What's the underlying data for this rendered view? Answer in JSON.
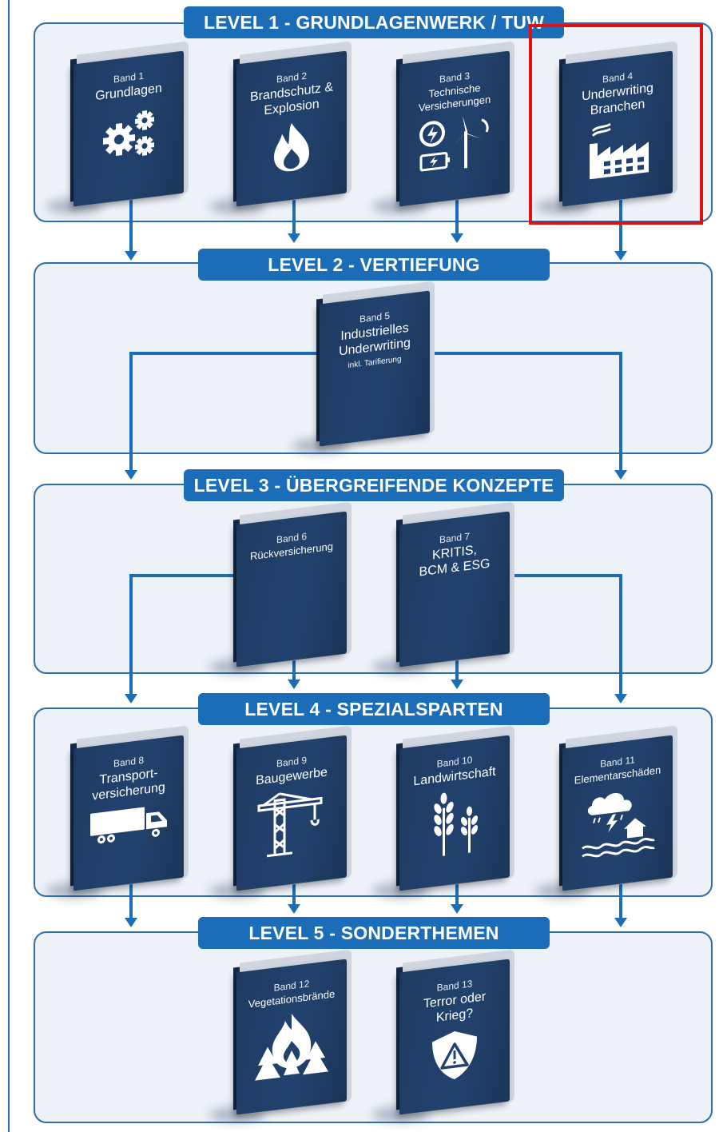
{
  "levels": [
    {
      "label": "LEVEL 1 - GRUNDLAGENWERK / TUW"
    },
    {
      "label": "LEVEL 2 - VERTIEFUNG"
    },
    {
      "label": "LEVEL 3 - ÜBERGREIFENDE KONZEPTE"
    },
    {
      "label": "LEVEL 4 - SPEZIALSPARTEN"
    },
    {
      "label": "LEVEL 5 - SONDERTHEMEN"
    }
  ],
  "books": [
    {
      "band": "Band 1",
      "title": "Grundlagen",
      "icon": "gears-icon"
    },
    {
      "band": "Band 2",
      "title": "Brandschutz & Explosion",
      "icon": "flame-icon"
    },
    {
      "band": "Band 3",
      "title": "Technische Versicherungen",
      "icon": "energy-icon"
    },
    {
      "band": "Band 4",
      "title": "Underwriting Branchen",
      "icon": "factory-icon"
    },
    {
      "band": "Band 5",
      "title": "Industrielles Underwriting",
      "subtitle": "inkl. Tarifierung"
    },
    {
      "band": "Band 6",
      "title": "Rückversicherung"
    },
    {
      "band": "Band 7",
      "title": "KRITIS, BCM & ESG"
    },
    {
      "band": "Band 8",
      "title": "Transport-versicherung",
      "icon": "truck-icon"
    },
    {
      "band": "Band 9",
      "title": "Baugewerbe",
      "icon": "crane-icon"
    },
    {
      "band": "Band 10",
      "title": "Landwirtschaft",
      "icon": "wheat-icon"
    },
    {
      "band": "Band 11",
      "title": "Elementarschäden",
      "icon": "storm-flood-icon"
    },
    {
      "band": "Band 12",
      "title": "Vegetationsbrände",
      "icon": "forest-fire-icon"
    },
    {
      "band": "Band 13",
      "title": "Terror oder Krieg?",
      "icon": "warning-shield-icon"
    }
  ],
  "colors": {
    "banner": "#1b6db8",
    "book": "#22426e",
    "panel": "#edf2f8",
    "highlight": "#e01010"
  }
}
